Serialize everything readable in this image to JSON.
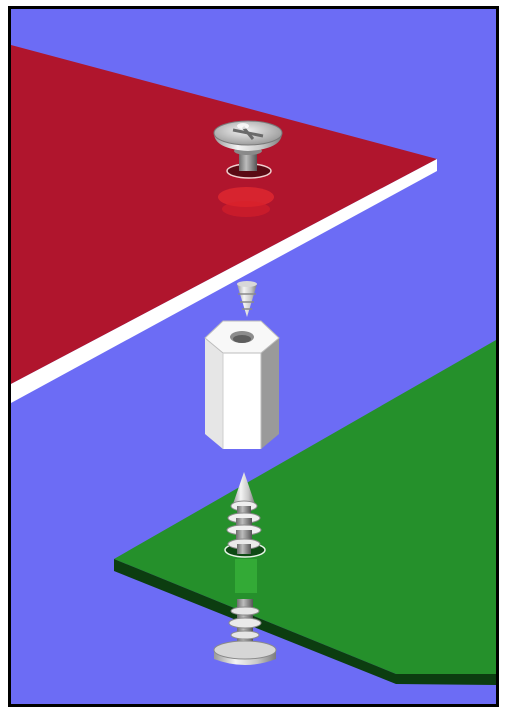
{
  "figure": {
    "background_color": "#6c6cf5",
    "frame_color": "#000000",
    "top_board_color": "#b0152d",
    "top_board_edge_color": "#ffffff",
    "bottom_board_color": "#25902b",
    "bottom_board_edge_color": "#0c3d10",
    "hardware_color": "#cfcfcf"
  },
  "parts": [
    {
      "name": "top-screw",
      "icon": "screw-icon"
    },
    {
      "name": "top-pcb-board",
      "icon": "board-icon"
    },
    {
      "name": "hex-standoff",
      "icon": "hex-spacer-icon"
    },
    {
      "name": "threaded-stud",
      "icon": "threaded-stud-icon"
    },
    {
      "name": "bottom-pcb-board",
      "icon": "board-icon"
    },
    {
      "name": "bottom-screw",
      "icon": "screw-icon"
    }
  ]
}
